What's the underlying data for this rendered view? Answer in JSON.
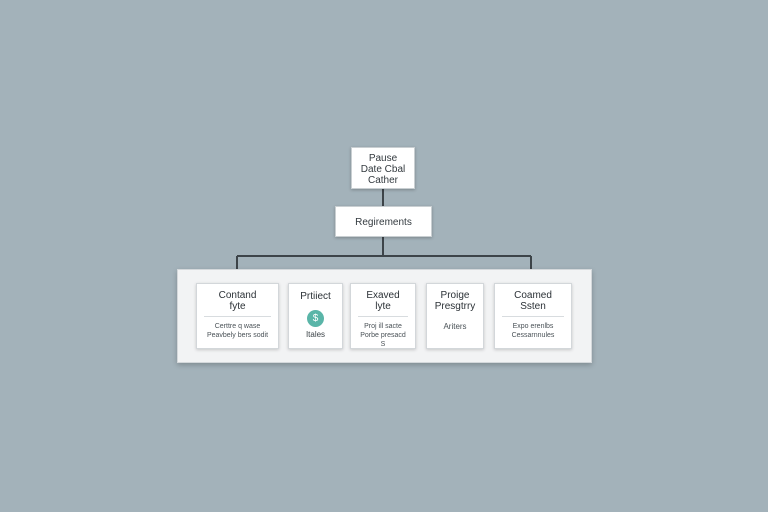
{
  "root": {
    "text": "Pause\nDate Cbal\nCather"
  },
  "requirements": {
    "label": "Regirements"
  },
  "cards": [
    {
      "title": "Contand\nfyte",
      "body": "Certtre q wase\nPeavbely bers sodit"
    },
    {
      "title": "Prtiiect",
      "icon_glyph": "$",
      "icon_color": "#5ab5a8",
      "caption": "Itales"
    },
    {
      "title": "Exaved\nlyte",
      "body": "Proj ill sacte\nPorbe presacd\nS"
    },
    {
      "title": "Proige\nPresgtrry",
      "body": "Ariters"
    },
    {
      "title": "Coamed\nSsten",
      "body": "Expo erenlbs\nCessarnnules"
    }
  ],
  "colors": {
    "background": "#a3b2ba",
    "connector": "#3d4449",
    "icon_accent": "#5ab5a8"
  }
}
